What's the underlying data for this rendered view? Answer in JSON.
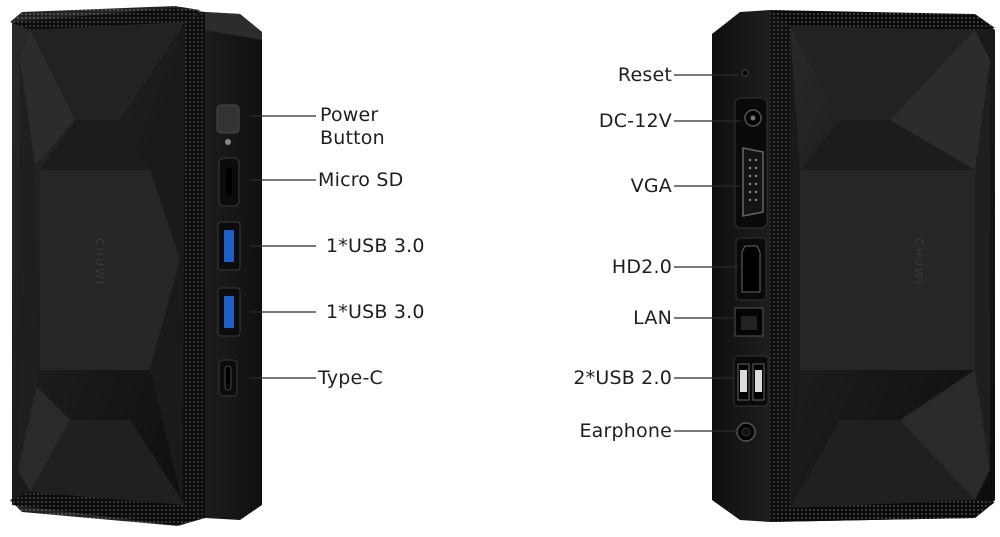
{
  "brand": "CHUWI",
  "left_device": {
    "ports": [
      {
        "label_lines": [
          "Power",
          "Button"
        ],
        "icon": "power-button-icon"
      },
      {
        "label_lines": [
          "Micro SD"
        ],
        "icon": "micro-sd-slot-icon"
      },
      {
        "label_lines": [
          "1*USB 3.0"
        ],
        "icon": "usb3-port-icon"
      },
      {
        "label_lines": [
          "1*USB 3.0"
        ],
        "icon": "usb3-port-icon"
      },
      {
        "label_lines": [
          "Type-C"
        ],
        "icon": "usb-c-port-icon"
      }
    ]
  },
  "right_device": {
    "ports": [
      {
        "label": "Reset",
        "icon": "reset-pinhole-icon"
      },
      {
        "label": "DC-12V",
        "icon": "dc-jack-icon"
      },
      {
        "label": "VGA",
        "icon": "vga-port-icon"
      },
      {
        "label": "HD2.0",
        "icon": "hdmi-port-icon"
      },
      {
        "label": "LAN",
        "icon": "ethernet-port-icon"
      },
      {
        "label": "2*USB 2.0",
        "icon": "usb2-ports-icon"
      },
      {
        "label": "Earphone",
        "icon": "audio-jack-icon"
      }
    ]
  },
  "colors": {
    "body": "#141414",
    "front_panel": "#262626",
    "usb3_blue": "#1e5fc6",
    "label_text": "#1e1e1e",
    "leader_line": "#2a2a2a"
  }
}
